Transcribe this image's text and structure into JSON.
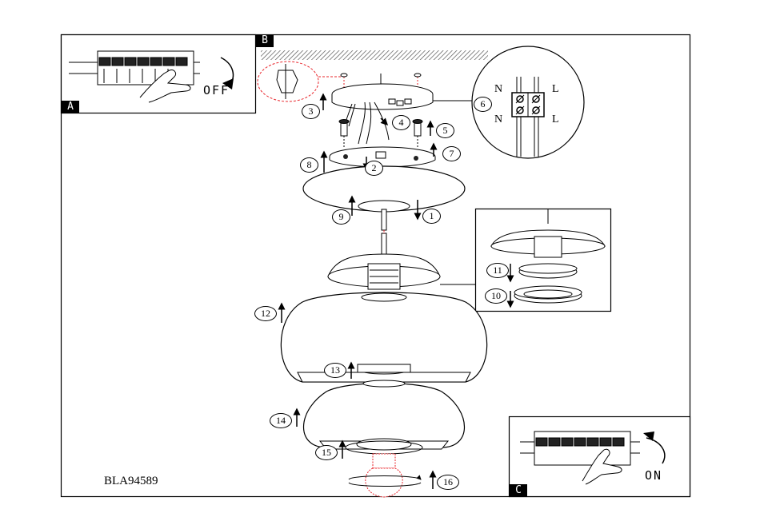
{
  "panels": {
    "a": {
      "tag": "A",
      "word": "OFF"
    },
    "b": {
      "tag": "B"
    },
    "c": {
      "tag": "C",
      "word": "ON"
    }
  },
  "terminal": {
    "n_top": "N",
    "l_top": "L",
    "n_bottom": "N",
    "l_bottom": "L"
  },
  "model_code": "BLA94589",
  "callouts": [
    "1",
    "2",
    "3",
    "4",
    "5",
    "6",
    "7",
    "8",
    "9",
    "10",
    "11",
    "12",
    "13",
    "14",
    "15",
    "16"
  ],
  "colors": {
    "line": "#000000",
    "accent_red": "#e8242a",
    "hatch": "#555555"
  }
}
